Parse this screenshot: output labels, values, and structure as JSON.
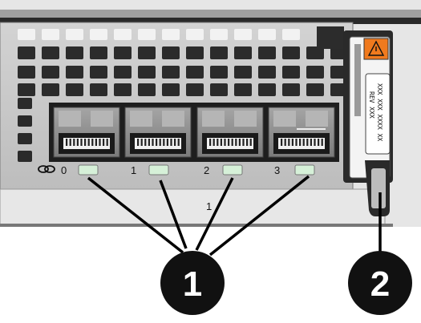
{
  "ports": [
    {
      "label": "0"
    },
    {
      "label": "1"
    },
    {
      "label": "2"
    },
    {
      "label": "3"
    }
  ],
  "link_icon": "link-chain-icon",
  "port_group_label": "1",
  "serial_tag": {
    "line1": "XXX XXX XXXX XX",
    "line2": "REV XXX"
  },
  "warning_icon": "warning-triangle-icon",
  "callouts": [
    {
      "number": "1",
      "target": "port-activity-leds"
    },
    {
      "number": "2",
      "target": "release-latch"
    }
  ],
  "colors": {
    "chassis": "#b9b9b9",
    "port_shell": "#8a8a8a",
    "led": "#d6f0d8",
    "warning": "#f07a1e",
    "callout": "#111111"
  }
}
